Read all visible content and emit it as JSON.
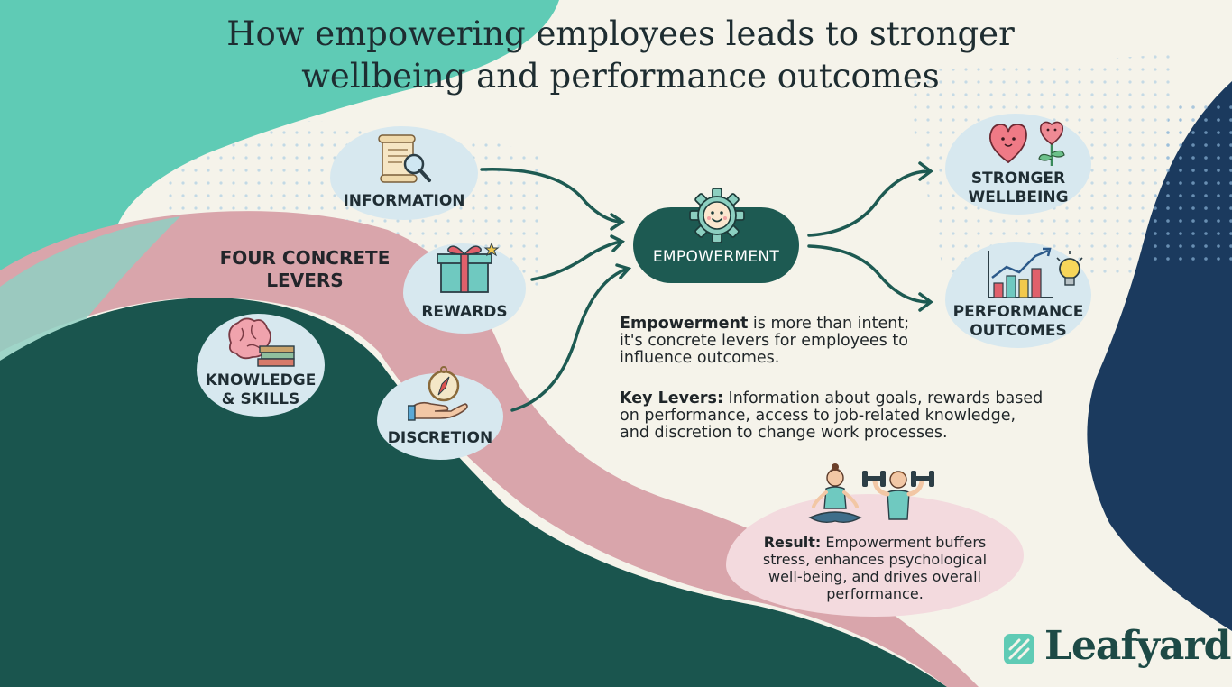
{
  "title_line1": "How empowering employees leads to stronger",
  "title_line2": "wellbeing and performance outcomes",
  "levers_title_line1": "FOUR CONCRETE",
  "levers_title_line2": "LEVERS",
  "levers": {
    "information": "INFORMATION",
    "rewards": "REWARDS",
    "knowledge_line1": "KNOWLEDGE",
    "knowledge_line2": "& SKILLS",
    "discretion": "DISCRETION"
  },
  "center": "EMPOWERMENT",
  "outcomes": {
    "wellbeing_line1": "STRONGER",
    "wellbeing_line2": "WELLBEING",
    "performance_line1": "PERFORMANCE",
    "performance_line2": "OUTCOMES"
  },
  "description": {
    "p1_bold": "Empowerment",
    "p1_line1_rest": " is more than intent;",
    "p1_line2": "it's concrete levers for employees to",
    "p1_line3": "influence outcomes.",
    "p2_bold": "Key Levers:",
    "p2_line1_rest": " Information about goals, rewards based",
    "p2_line2": "on performance, access to job-related knowledge,",
    "p2_line3": "and discretion to change work processes."
  },
  "result": {
    "bold": "Result:",
    "line1_rest": " Empowerment buffers",
    "line2": "stress, enhances psychological",
    "line3": "well-being, and drives overall",
    "line4": "performance."
  },
  "logo": {
    "name": "Leafyard"
  },
  "colors": {
    "teal": "#5fcbb5",
    "dark_green": "#1a554e",
    "pink": "#d9a5ab",
    "navy": "#1b3a5e",
    "cream": "#f5f3ea",
    "node_blue": "#d7e8ef"
  },
  "icons": {
    "information": "scroll-magnifier-icon",
    "rewards": "gift-box-icon",
    "knowledge": "brain-books-icon",
    "discretion": "compass-hand-icon",
    "empowerment": "smiling-gear-icon",
    "wellbeing": "hearts-flower-icon",
    "performance": "chart-lightbulb-icon",
    "result": "yoga-fitness-people-icon",
    "logo": "leaf-logo-icon"
  }
}
